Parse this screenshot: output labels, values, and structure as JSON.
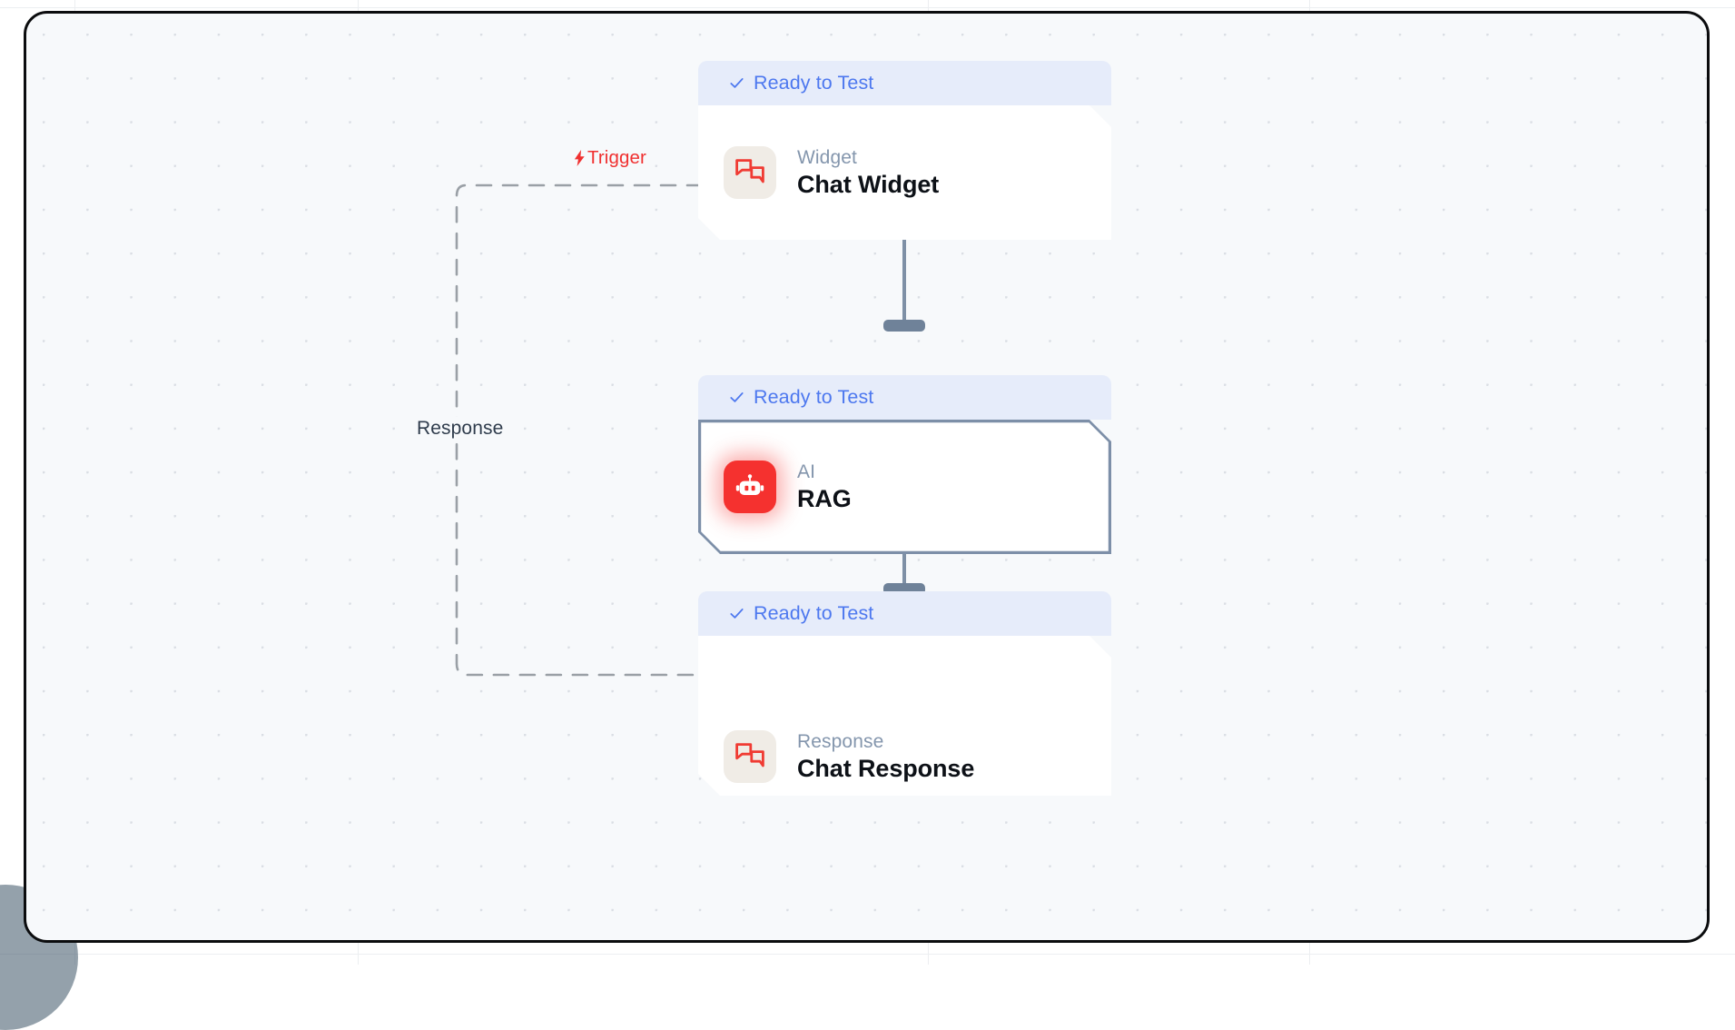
{
  "canvas": {
    "grid": "dotted",
    "background_color": "#f7f9fb",
    "frame_color": "#0b0c0e"
  },
  "theme": {
    "status_color": "#4d78ef",
    "status_header_bg": "#e6ecfa",
    "accent_red": "#f5312f",
    "trigger_label_color": "#f03030",
    "edge_handle_color": "#6f8299",
    "selected_border_color": "#7d8fa8",
    "kind_label_color": "#8496ad",
    "title_color": "#0d1117"
  },
  "edges": [
    {
      "name": "trigger-edge",
      "label": "Trigger",
      "icon": "lightning-bolt-icon",
      "style": "dashed",
      "from": "chat-response",
      "to": "chat-widget"
    },
    {
      "name": "response-edge",
      "label": "Response",
      "style": "dashed",
      "from": "chat-widget",
      "to": "chat-response"
    },
    {
      "name": "widget-to-rag-edge",
      "label": "",
      "style": "solid",
      "from": "chat-widget",
      "to": "rag"
    },
    {
      "name": "rag-to-response-edge",
      "label": "",
      "style": "solid",
      "from": "rag",
      "to": "chat-response"
    }
  ],
  "nodes": [
    {
      "id": "chat-widget",
      "status": "Ready to Test",
      "status_icon": "check-icon",
      "kind": "Widget",
      "title": "Chat Widget",
      "icon": "chat-bubbles-icon",
      "icon_style": "soft",
      "selected": false
    },
    {
      "id": "rag",
      "status": "Ready to Test",
      "status_icon": "check-icon",
      "kind": "AI",
      "title": "RAG",
      "icon": "robot-icon",
      "icon_style": "glow",
      "selected": true
    },
    {
      "id": "chat-response",
      "status": "Ready to Test",
      "status_icon": "check-icon",
      "kind": "Response",
      "title": "Chat Response",
      "icon": "chat-bubbles-icon",
      "icon_style": "soft",
      "selected": false
    }
  ]
}
